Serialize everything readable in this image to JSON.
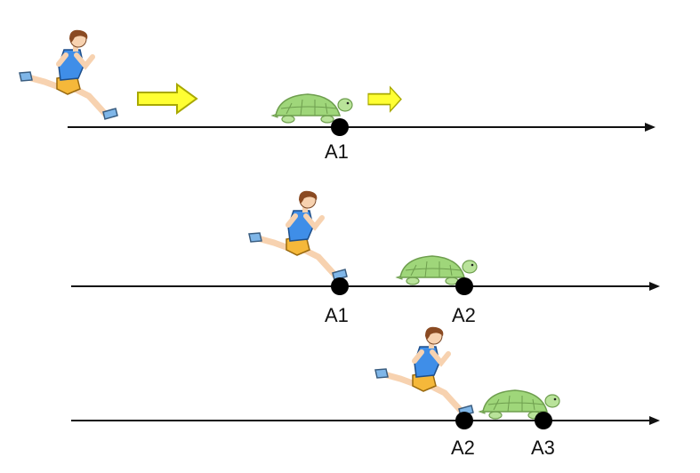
{
  "rows": [
    {
      "id": "row-1",
      "points": [
        {
          "label": "A1"
        }
      ]
    },
    {
      "id": "row-2",
      "points": [
        {
          "label": "A1"
        },
        {
          "label": "A2"
        }
      ]
    },
    {
      "id": "row-3",
      "points": [
        {
          "label": "A2"
        },
        {
          "label": "A3"
        }
      ]
    }
  ],
  "colors": {
    "line": "#111111",
    "point": "#000000",
    "arrow_fill": "#ffff33",
    "arrow_stroke": "#a8a800",
    "turtle_shell": "#9fd67a",
    "turtle_body": "#b9e39a",
    "runner_shirt": "#3f8ee8",
    "runner_shorts": "#f5b83a",
    "runner_skin": "#f7d2b0",
    "runner_hair": "#8a4a22"
  },
  "icons": [
    "runner-icon",
    "turtle-icon",
    "yellow-arrow-icon"
  ]
}
